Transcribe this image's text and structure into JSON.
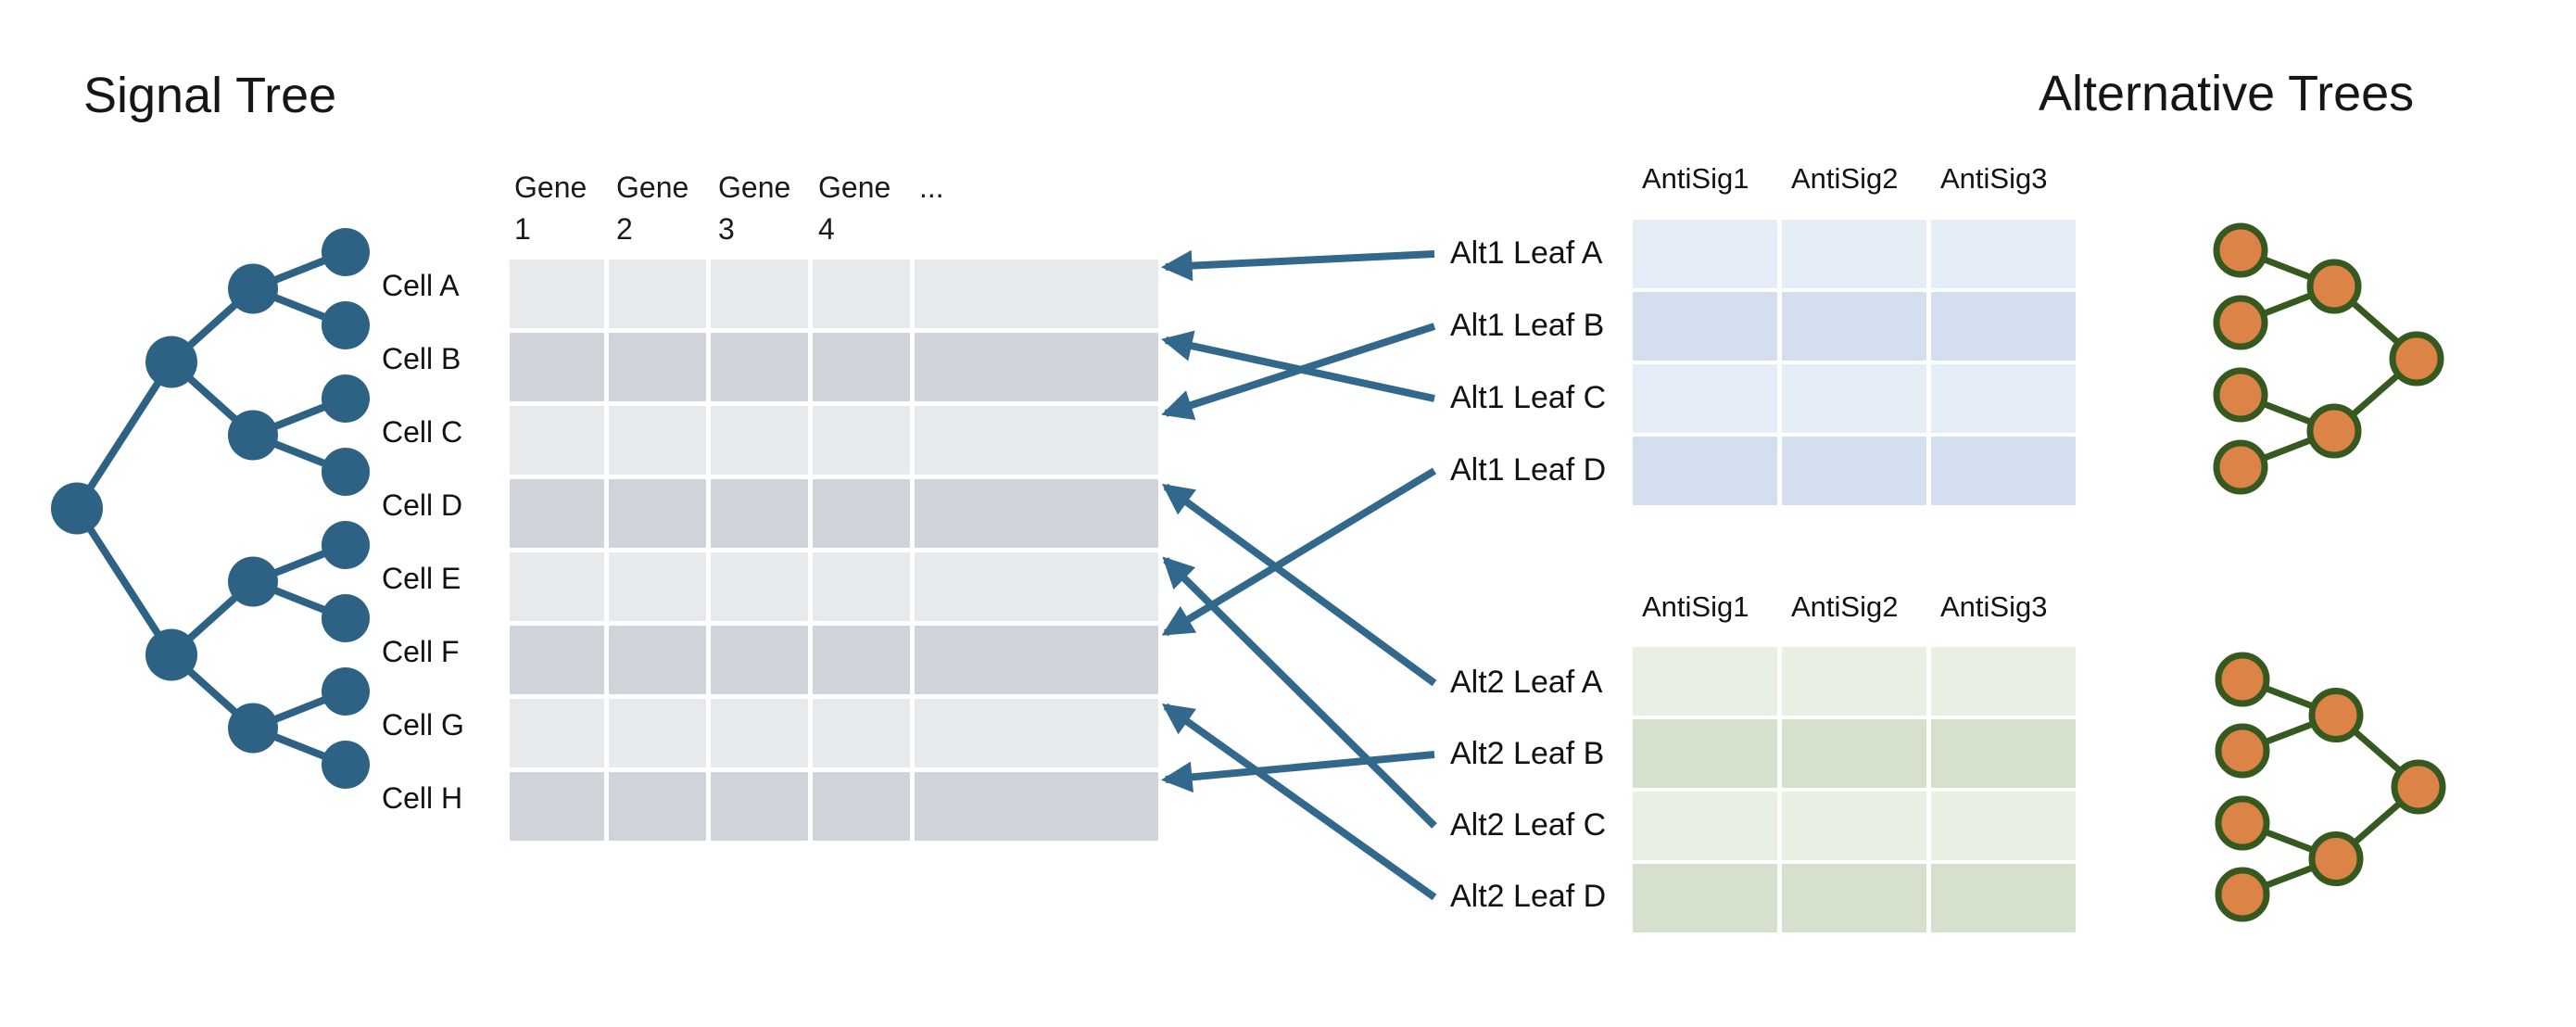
{
  "titles": {
    "left": "Signal Tree",
    "right": "Alternative Trees"
  },
  "signal_tree": {
    "title": "Signal Tree",
    "structure": "balanced binary tree, root at left, 8 leaves",
    "leaves": [
      "Cell A",
      "Cell B",
      "Cell C",
      "Cell D",
      "Cell E",
      "Cell F",
      "Cell G",
      "Cell H"
    ]
  },
  "expression_matrix": {
    "column_headers": [
      {
        "line1": "Gene",
        "line2": "1"
      },
      {
        "line1": "Gene",
        "line2": "2"
      },
      {
        "line1": "Gene",
        "line2": "3"
      },
      {
        "line1": "Gene",
        "line2": "4"
      },
      {
        "line1": "...",
        "line2": ""
      }
    ],
    "row_count": 8,
    "col_count": 5
  },
  "alt_trees": [
    {
      "id": "alt1",
      "column_headers": [
        "AntiSig1",
        "AntiSig2",
        "AntiSig3"
      ],
      "leaves": [
        "Alt1 Leaf A",
        "Alt1 Leaf B",
        "Alt1 Leaf C",
        "Alt1 Leaf D"
      ],
      "row_count": 4,
      "structure": "balanced binary tree, root at right, 4 leaves"
    },
    {
      "id": "alt2",
      "column_headers": [
        "AntiSig1",
        "AntiSig2",
        "AntiSig3"
      ],
      "leaves": [
        "Alt2 Leaf A",
        "Alt2 Leaf B",
        "Alt2 Leaf C",
        "Alt2 Leaf D"
      ],
      "row_count": 4,
      "structure": "balanced binary tree, root at right, 4 leaves"
    }
  ],
  "leaf_mappings": [
    {
      "from": "Alt1 Leaf A",
      "to": "Cell A"
    },
    {
      "from": "Alt1 Leaf B",
      "to": "Cell C"
    },
    {
      "from": "Alt1 Leaf C",
      "to": "Cell B"
    },
    {
      "from": "Alt1 Leaf D",
      "to": "Cell F"
    },
    {
      "from": "Alt2 Leaf A",
      "to": "Cell D"
    },
    {
      "from": "Alt2 Leaf B",
      "to": "Cell H"
    },
    {
      "from": "Alt2 Leaf C",
      "to": "Cell E"
    },
    {
      "from": "Alt2 Leaf D",
      "to": "Cell G"
    }
  ],
  "colors": {
    "signal_tree_node": "#2D6284",
    "arrow": "#33688D",
    "alt_tree_node_fill": "#DC8347",
    "alt_tree_node_stroke": "#35591F",
    "matrix_row_light": "#E7EAED",
    "matrix_row_dark": "#CED4D9",
    "alt1_row_light": "#E5EDF6",
    "alt1_row_dark": "#D3DFEE",
    "alt2_row_light": "#E8EFE3",
    "alt2_row_dark": "#D5E1CC",
    "text": "#141414"
  }
}
